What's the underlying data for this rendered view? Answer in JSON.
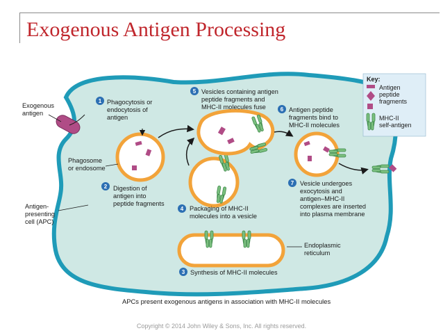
{
  "title": "Exogenous Antigen Processing",
  "labels": {
    "exogenous_antigen": [
      "Exogenous",
      "antigen"
    ],
    "phagosome": [
      "Phagosome",
      "or endosome"
    ],
    "apc": [
      "Antigen-",
      "presenting",
      "cell (APC)"
    ],
    "er": [
      "Endoplasmic",
      "reticulum"
    ]
  },
  "steps": [
    {
      "num": "1",
      "lines": [
        "Phagocytosis or",
        "endocytosis of",
        "antigen"
      ]
    },
    {
      "num": "2",
      "lines": [
        "Digestion of",
        "antigen into",
        "peptide fragments"
      ]
    },
    {
      "num": "3",
      "lines": [
        "Synthesis of MHC-II molecules"
      ]
    },
    {
      "num": "4",
      "lines": [
        "Packaging of MHC-II",
        "molecules into a vesicle"
      ]
    },
    {
      "num": "5",
      "lines": [
        "Vesicles containing antigen",
        "peptide fragments and",
        "MHC-II molecules fuse"
      ]
    },
    {
      "num": "6",
      "lines": [
        "Antigen peptide",
        "fragments bind to",
        "MHC-II molecules"
      ]
    },
    {
      "num": "7",
      "lines": [
        "Vesicle undergoes",
        "exocytosis and",
        "antigen–MHC-II",
        "complexes are inserted",
        "into plasma membrane"
      ]
    }
  ],
  "key": {
    "title": "Key:",
    "peptide": [
      "Antigen",
      "peptide",
      "fragments"
    ],
    "mhc": [
      "MHC-II",
      "self-antigen"
    ]
  },
  "caption": "APCs present exogenous antigens in association with MHC-II molecules",
  "copyright": "Copyright © 2014 John Wiley & Sons, Inc. All rights reserved.",
  "colors": {
    "title": "#c0262c",
    "cell_fill": "#cfe8e4",
    "membrane": "#1f9bb8",
    "vesicle_ring": "#f2a33a",
    "antigen": "#b04c86",
    "mhc": "#7bbf7f",
    "step_badge": "#2c6fb3"
  }
}
